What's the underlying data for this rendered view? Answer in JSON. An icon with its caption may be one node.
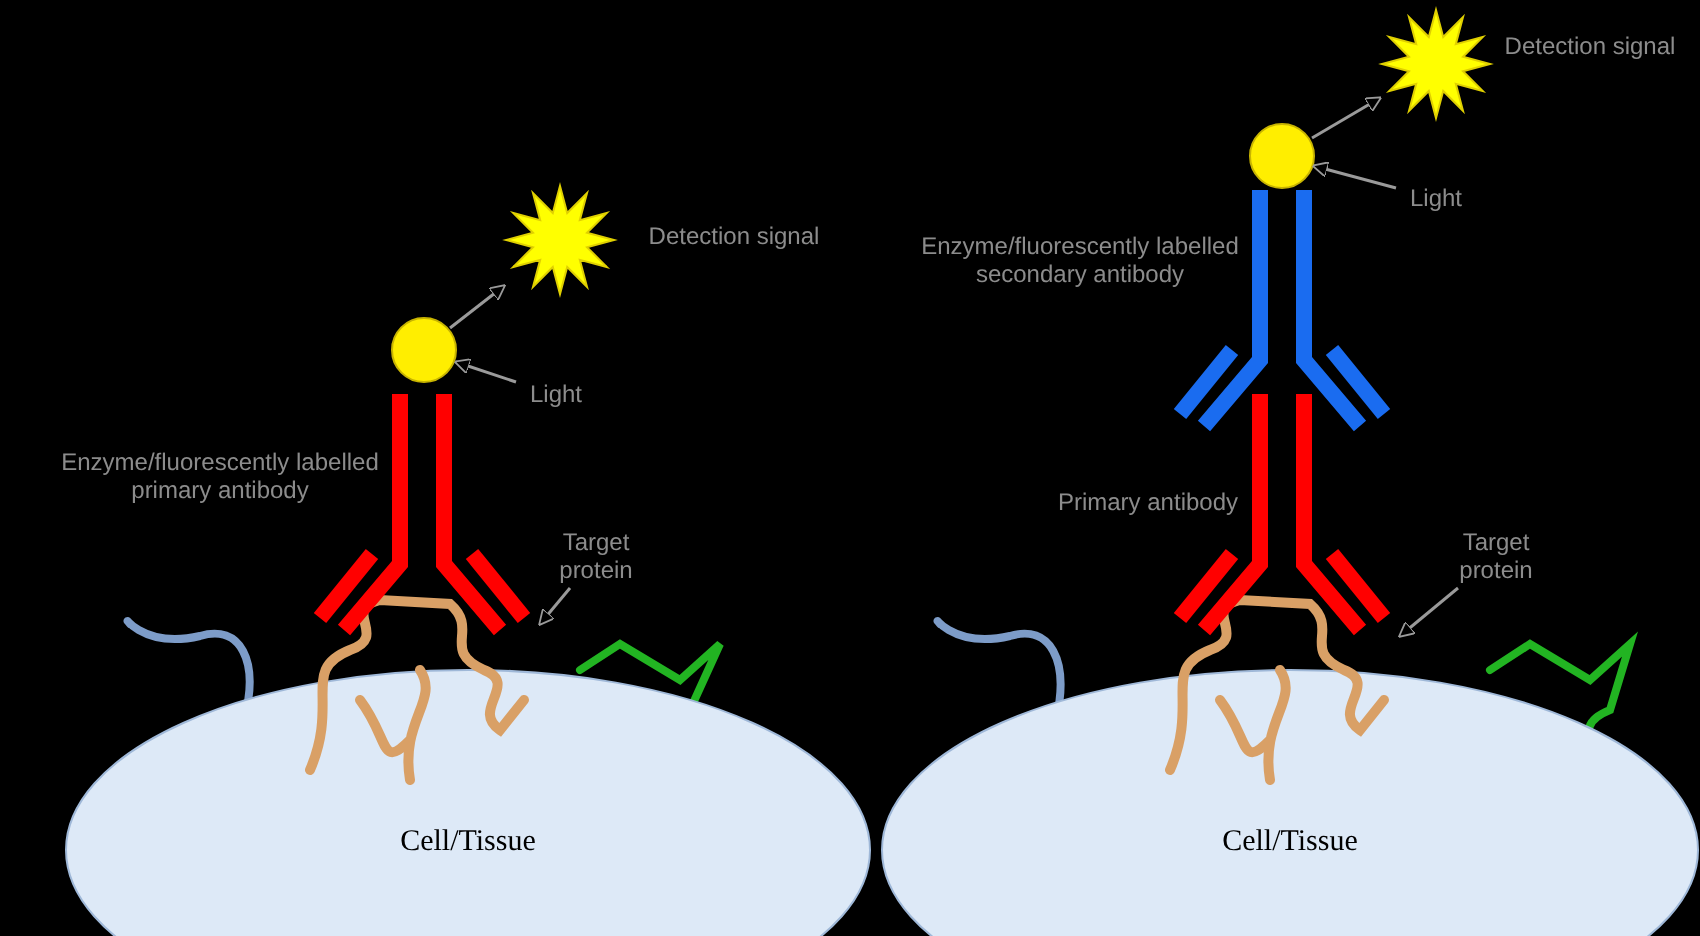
{
  "diagram": {
    "nodes": [
      {
        "text": [
          "Cell/Tissue"
        ]
      },
      {
        "text": [],
        "shape": "picture"
      },
      {
        "text": [
          "Target protein"
        ]
      },
      {
        "text": [],
        "shape": "picture",
        "beside": [
          "Enzyme/fluorescently labelled primary antibody"
        ]
      },
      {
        "text": [],
        "shape": "circle"
      },
      {
        "text": [
          "Light"
        ]
      },
      {
        "text": [],
        "shape": "star",
        "beside": [
          "Detection signal"
        ]
      },
      {
        "text": [
          "Cell/Tissue"
        ]
      },
      {
        "text": [],
        "shape": "picture"
      },
      {
        "text": [
          "Target protein"
        ]
      },
      {
        "text": [],
        "shape": "picture",
        "beside": [
          "Primary antibody"
        ]
      },
      {
        "text": [],
        "shape": "picture",
        "beside": [
          "Enzyme/fluorescently labelled secondary antibody"
        ]
      },
      {
        "text": [],
        "shape": "circle"
      },
      {
        "text": [
          "Light"
        ]
      },
      {
        "text": [],
        "shape": "star",
        "beside": [
          "Detection signal"
        ]
      }
    ],
    "edges": [
      {
        "from": 2,
        "to": 1,
        "arrow": "to"
      },
      {
        "from": 5,
        "to": 4,
        "arrow": "to"
      },
      {
        "from": 4,
        "to": 6,
        "arrow": "to"
      },
      {
        "from": 9,
        "to": 8,
        "arrow": "to"
      },
      {
        "from": 13,
        "to": 12,
        "arrow": "to"
      },
      {
        "from": 12,
        "to": 14,
        "arrow": "to"
      }
    ]
  }
}
